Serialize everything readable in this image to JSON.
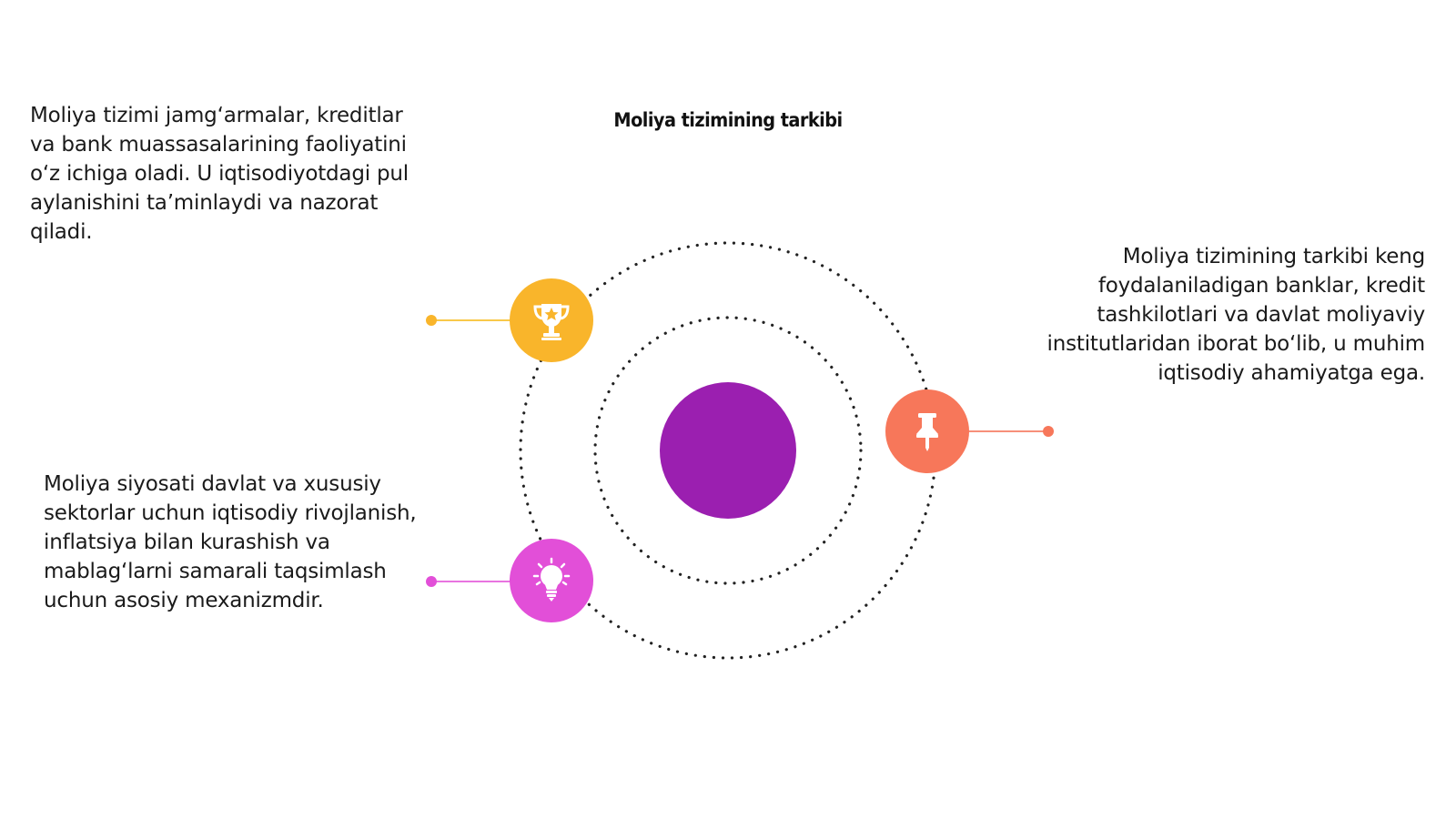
{
  "diagram": {
    "title": "Moliya tizimining tarkibi",
    "blocks": {
      "top_left": "Moliya tizimi jamg‘armalar, kreditlar va bank muassasalarining faoliyatini o‘z ichiga oladi. U iqtisodiyotdagi pul aylanishini ta’minlaydi va nazorat qiladi.",
      "right": "Moliya tizimining tarkibi keng foydalaniladigan banklar, kredit tashkilotlari va davlat moliyaviy institutlaridan iborat bo‘lib, u muhim iqtisodiy ahamiyatga ega.",
      "bottom_left": "Moliya siyosati davlat va xususiy sektorlar uchun iqtisodiy rivojlanish, inflatsiya bilan kurashish va mablag‘larni samarali taqsimlash uchun asosiy mexanizmdir."
    },
    "nodes": [
      {
        "icon": "trophy-icon",
        "color": "#f9b52b"
      },
      {
        "icon": "pushpin-icon",
        "color": "#f7775a"
      },
      {
        "icon": "lightbulb-icon",
        "color": "#e24fd8"
      }
    ],
    "center_color": "#9b1fb0"
  }
}
